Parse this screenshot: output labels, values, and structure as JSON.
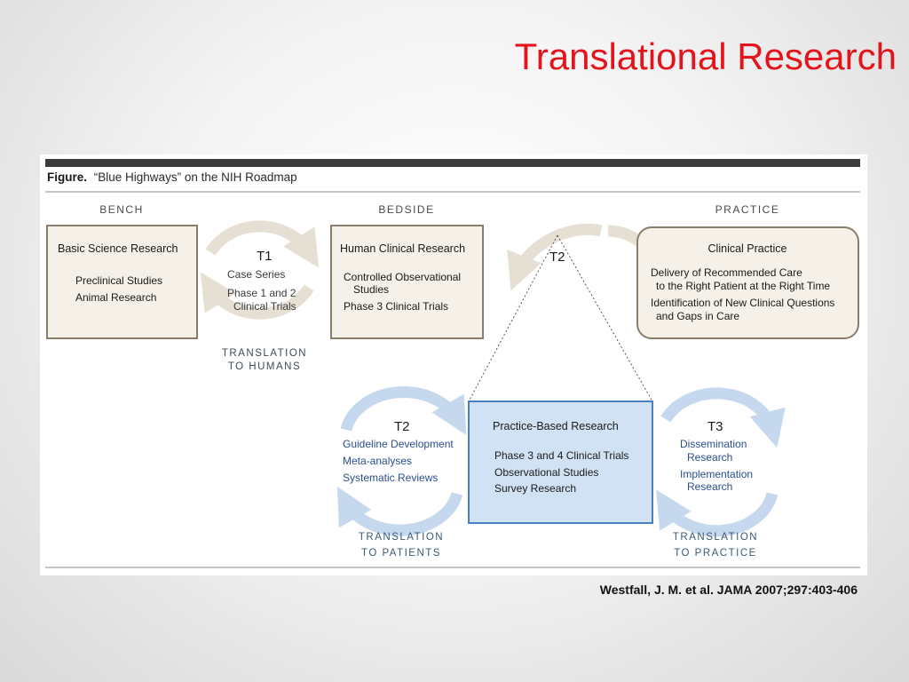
{
  "slide": {
    "title": "Translational Research",
    "citation": "Westfall, J. M. et al. JAMA 2007;297:403-406"
  },
  "figure": {
    "caption_label": "Figure.",
    "caption_text": "“Blue Highways” on the NIH Roadmap",
    "stages": {
      "bench": "BENCH",
      "bedside": "BEDSIDE",
      "practice": "PRACTICE"
    },
    "boxes": {
      "basic": {
        "title": "Basic Science Research",
        "lines": [
          "Preclinical Studies",
          "Animal Research"
        ]
      },
      "human": {
        "title": "Human Clinical Research",
        "lines": [
          "Controlled Observational",
          "Studies",
          "Phase 3 Clinical Trials"
        ]
      },
      "clinical": {
        "title": "Clinical Practice",
        "lines": [
          "Delivery of Recommended Care",
          "to the Right Patient at the Right Time",
          "Identification of New Clinical Questions",
          "and Gaps in Care"
        ]
      },
      "practice_based": {
        "title": "Practice-Based Research",
        "lines": [
          "Phase 3 and 4 Clinical Trials",
          "Observational Studies",
          "Survey Research"
        ]
      }
    },
    "translations": {
      "t1": {
        "label": "T1",
        "lines": [
          "Case Series",
          "Phase 1 and 2",
          "Clinical Trials"
        ],
        "caption": [
          "TRANSLATION",
          "TO HUMANS"
        ]
      },
      "t2_top": {
        "label": "T2"
      },
      "t2": {
        "label": "T2",
        "lines": [
          "Guideline Development",
          "Meta-analyses",
          "Systematic Reviews"
        ],
        "caption": [
          "TRANSLATION",
          "TO PATIENTS"
        ]
      },
      "t3": {
        "label": "T3",
        "lines": [
          "Dissemination",
          "Research",
          "Implementation",
          "Research"
        ],
        "caption": [
          "TRANSLATION",
          "TO PRACTICE"
        ]
      }
    },
    "colors": {
      "tan_box_fill": "#f5f0e8",
      "tan_border": "#8b7d6b",
      "tan_arrow": "#e6dfd4",
      "blue_box_fill": "#d0e2f3",
      "blue_border": "#4a7fbf",
      "blue_arrow": "#c5d8ee",
      "title_red": "#e3141b"
    }
  }
}
